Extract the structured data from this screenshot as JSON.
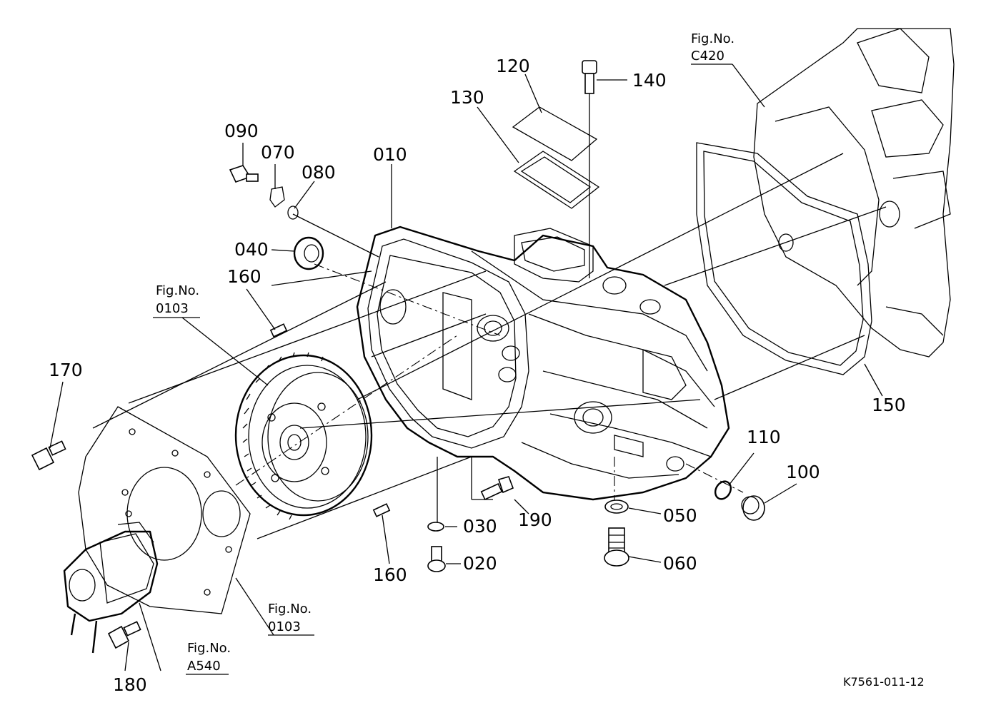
{
  "diagram_code": "K7561-011-12",
  "part_numbers": {
    "p010": "010",
    "p020": "020",
    "p030": "030",
    "p040": "040",
    "p050": "050",
    "p060": "060",
    "p070": "070",
    "p080": "080",
    "p090": "090",
    "p100": "100",
    "p110": "110",
    "p120": "120",
    "p130": "130",
    "p140": "140",
    "p150": "150",
    "p160a": "160",
    "p160b": "160",
    "p170": "170",
    "p180": "180",
    "p190": "190"
  },
  "figure_refs": {
    "c420": {
      "caption": "Fig.No.",
      "code": "C420"
    },
    "f0103a": {
      "caption": "Fig.No.",
      "code": "0103"
    },
    "f0103b": {
      "caption": "Fig.No.",
      "code": "0103"
    },
    "a540": {
      "caption": "Fig.No.",
      "code": "A540"
    }
  }
}
